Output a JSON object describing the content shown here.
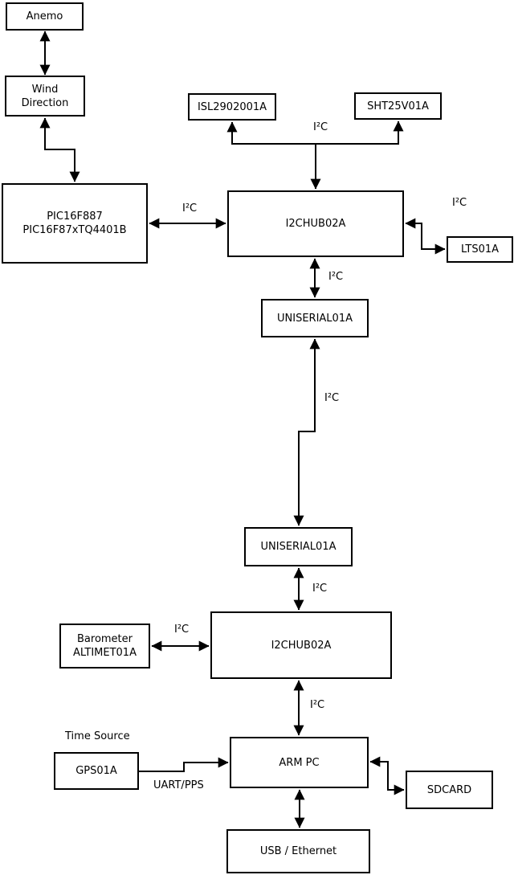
{
  "nodes": {
    "anemo": {
      "label": "Anemo"
    },
    "wind_direction": {
      "line1": "Wind",
      "line2": "Direction"
    },
    "pic_controller": {
      "line1": "PIC16F887",
      "line2": "PIC16F87xTQ4401B"
    },
    "isl_sensor": {
      "label": "ISL2902001A"
    },
    "sht_sensor": {
      "label": "SHT25V01A"
    },
    "i2c_hub_upper": {
      "label": "I2CHUB02A"
    },
    "lts_sensor": {
      "label": "LTS01A"
    },
    "uniserial_upper": {
      "label": "UNISERIAL01A"
    },
    "uniserial_lower": {
      "label": "UNISERIAL01A"
    },
    "i2c_hub_lower": {
      "label": "I2CHUB02A"
    },
    "barometer": {
      "line1": "Barometer",
      "line2": "ALTIMET01A"
    },
    "gps": {
      "label": "GPS01A"
    },
    "arm_pc": {
      "label": "ARM PC"
    },
    "sdcard": {
      "label": "SDCARD"
    },
    "usb_ethernet": {
      "label": "USB / Ethernet"
    }
  },
  "edge_labels": {
    "i2c_sensor_bus": "I²C",
    "i2c_pic_hub": "I²C",
    "i2c_hub_lts": "I²C",
    "i2c_hub_uniserial": "I²C",
    "i2c_long_link": "I²C",
    "i2c_uniserial_hub": "I²C",
    "i2c_barometer_hub": "I²C",
    "i2c_hub_armpc": "I²C",
    "time_source": "Time Source",
    "uart_pps": "UART/PPS"
  },
  "colors": {
    "background": "#ffffff",
    "line": "#000000",
    "box_fill": "#ffffff",
    "box_border": "#000000",
    "text": "#000000"
  }
}
